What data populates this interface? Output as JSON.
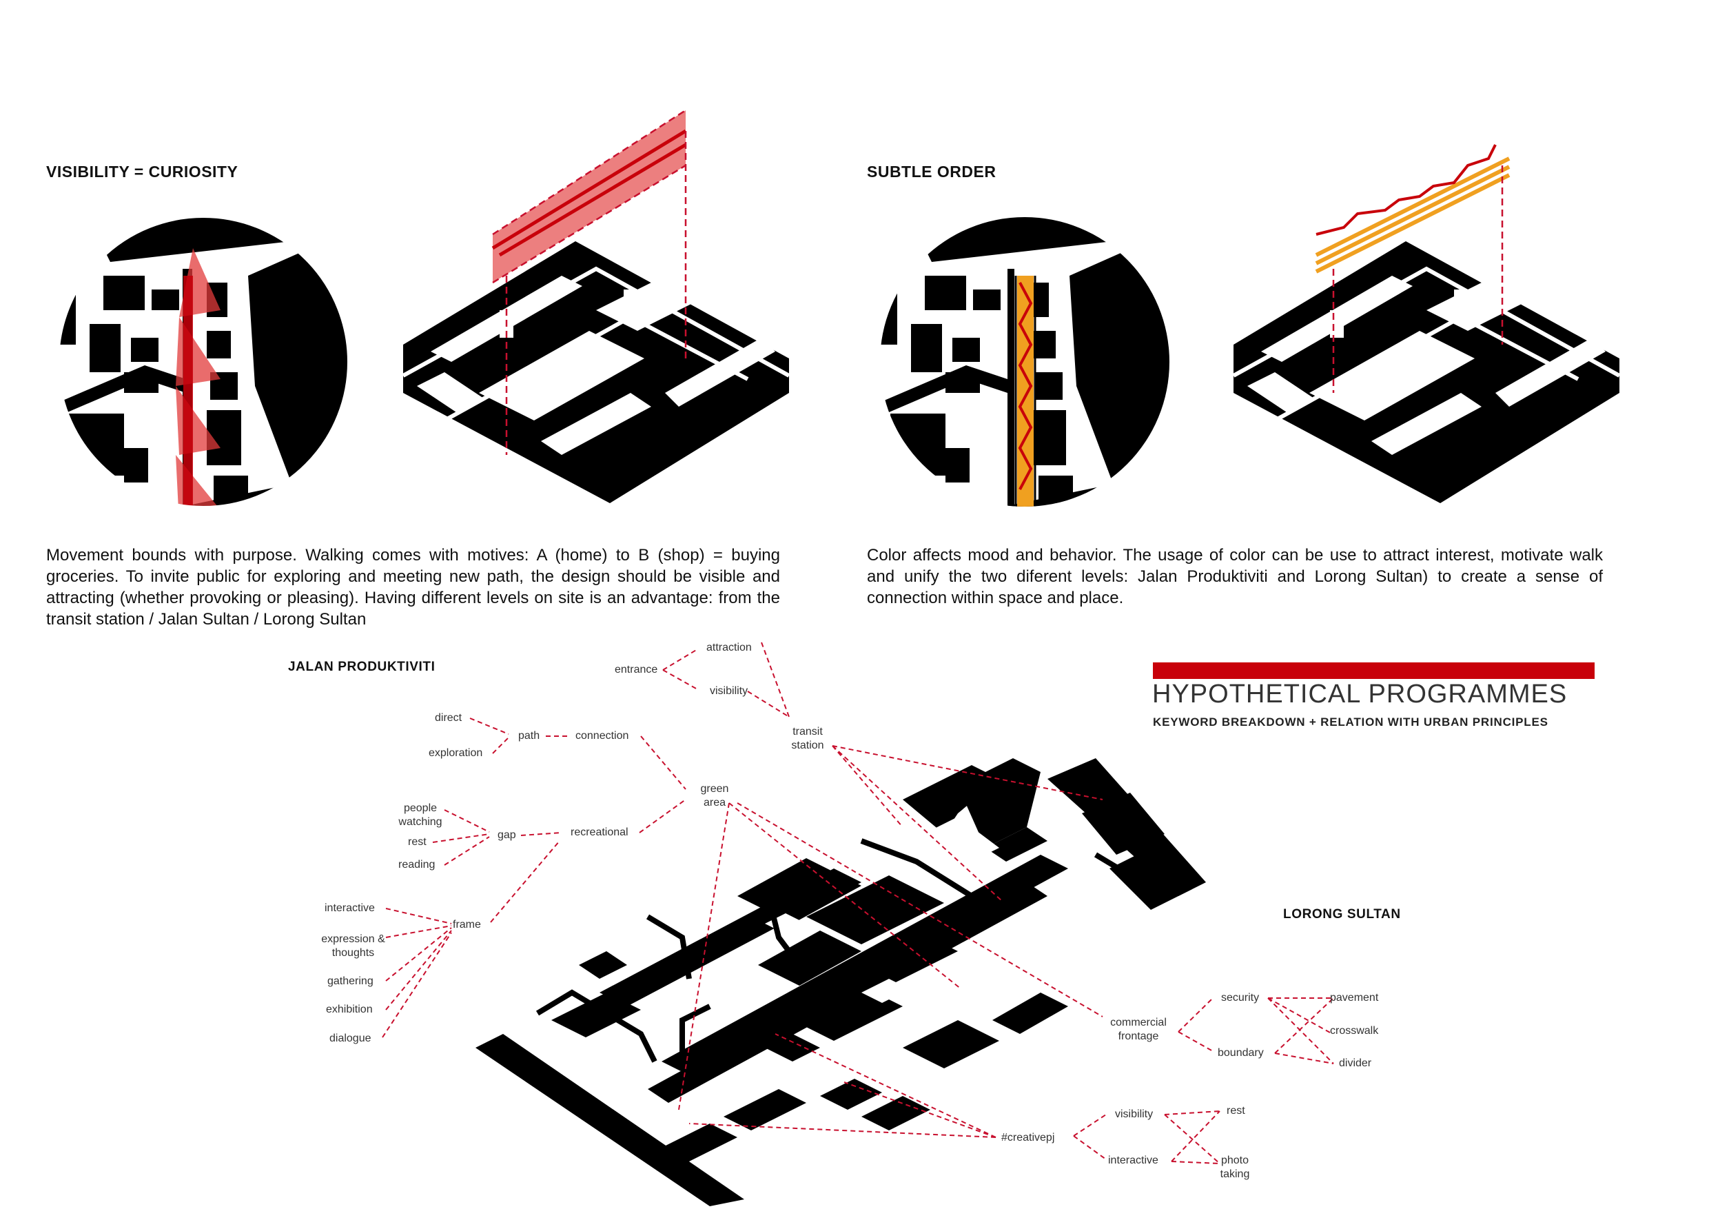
{
  "sections": {
    "left": {
      "title": "VISIBILITY = CURIOSITY",
      "paragraph": "Movement bounds with purpose. Walking comes with motives: A (home) to B (shop) = buying groceries. To invite public for exploring and meeting new path, the design should be visible and attracting (whether provoking or pleasing). Having different levels on site is an advantage: from the transit station / Jalan Sultan / Lorong Sultan"
    },
    "right": {
      "title": "SUBTLE ORDER",
      "paragraph": "Color affects mood and behavior. The usage of color can be use to attract interest, motivate walk and unify the two diferent levels: Jalan Produktiviti and Lorong Sultan) to create a sense of connection within space and place."
    }
  },
  "roads": {
    "jalan": "JALAN PRODUKTIVITI",
    "lorong": "LORONG SULTAN"
  },
  "programmes": {
    "title": "HYPOTHETICAL PROGRAMMES",
    "subtitle": "KEYWORD BREAKDOWN + RELATION WITH URBAN PRINCIPLES"
  },
  "keywords": {
    "attraction": "attraction",
    "entrance": "entrance",
    "visibility_top": "visibility",
    "transit_station": "transit station",
    "direct": "direct",
    "path": "path",
    "connection": "connection",
    "exploration": "exploration",
    "green_area": "green area",
    "people_watching": "people watching",
    "rest_left": "rest",
    "reading": "reading",
    "gap": "gap",
    "recreational": "recreational",
    "interactive_left": "interactive",
    "expression": "expression & thoughts",
    "gathering": "gathering",
    "exhibition": "exhibition",
    "dialogue": "dialogue",
    "frame": "frame",
    "commercial_frontage": "commercial frontage",
    "security": "security",
    "boundary": "boundary",
    "pavement": "pavement",
    "crosswalk": "crosswalk",
    "divider": "divider",
    "creativepj": "#creativepj",
    "visibility_bottom": "visibility",
    "interactive_bottom": "interactive",
    "rest_bottom": "rest",
    "photo_taking": "photo taking"
  },
  "colors": {
    "accent_red": "#c8000a",
    "dash_red": "#c8102e",
    "translucent_red": "#e23b3b",
    "orange": "#f0a020",
    "map_black": "#000000"
  }
}
